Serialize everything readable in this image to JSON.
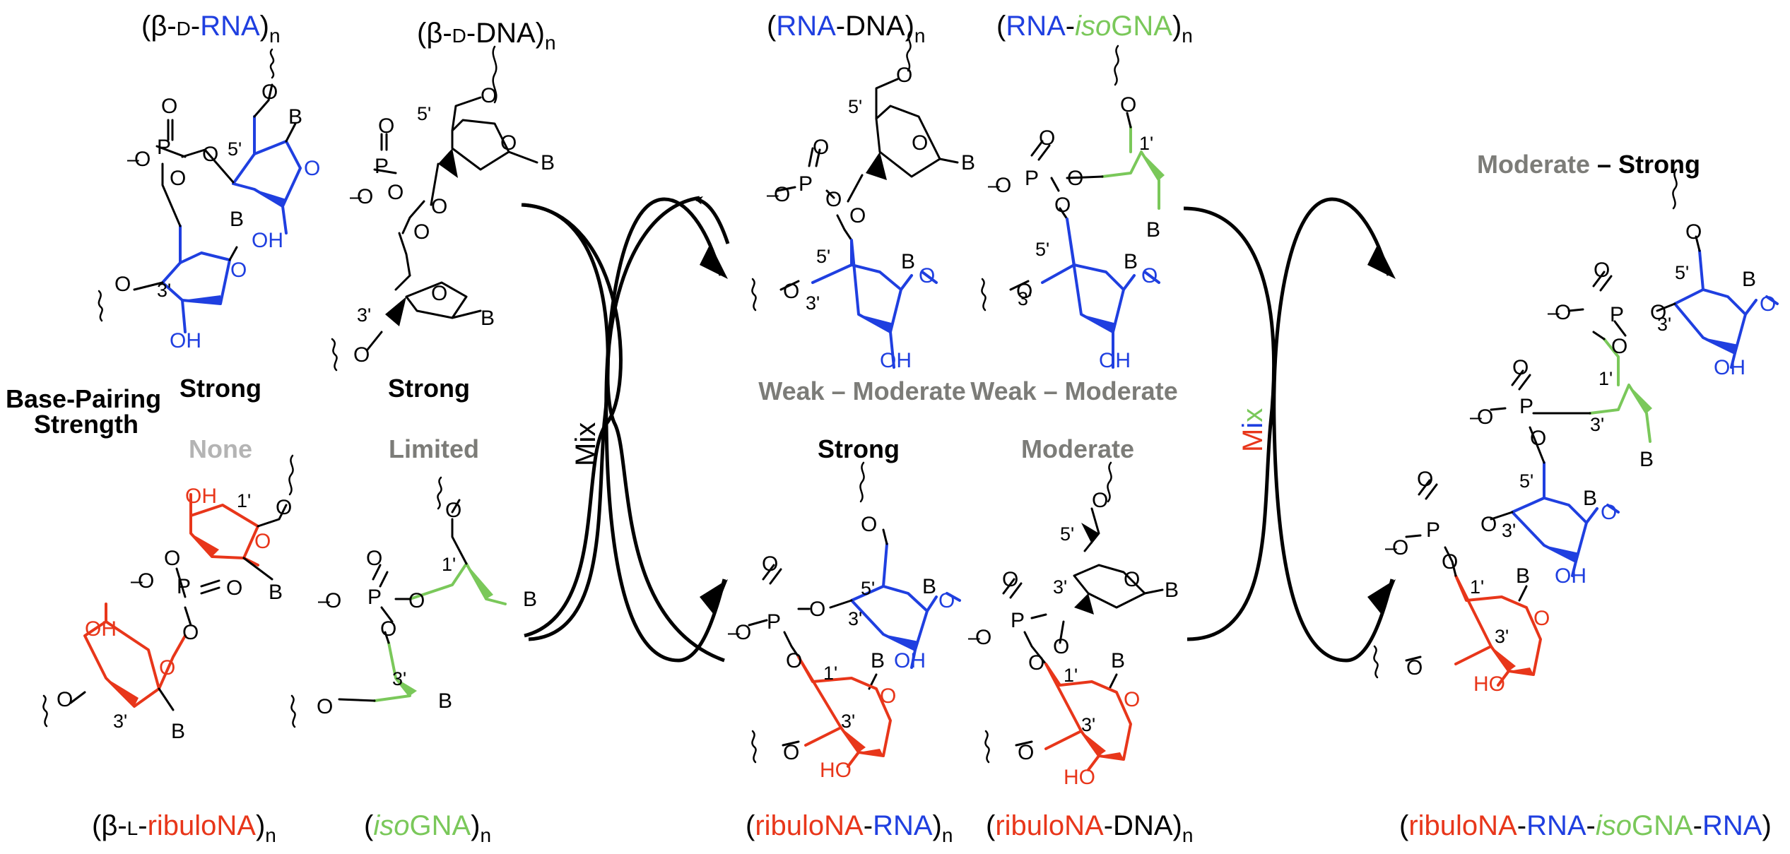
{
  "colors": {
    "black": "#000000",
    "rna": "#1f3fe0",
    "ribulo": "#e8361a",
    "isogna": "#7ac85a",
    "gray": "#7c7c78",
    "light_gray": "#b4b4b4"
  },
  "row_label": {
    "line1": "Base-Pairing",
    "line2": "Strength"
  },
  "titles": {
    "rna": {
      "open": "(β-",
      "d": "D",
      "dash": "-",
      "name": "RNA",
      "close": ")",
      "sub": "n"
    },
    "dna": {
      "open": "(β-",
      "d": "D",
      "dash": "-DNA",
      "close": ")",
      "sub": "n"
    },
    "ribulona": {
      "open": "(β-",
      "l": "L",
      "dash": "-",
      "name": "ribuloNA",
      "close": ")",
      "sub": "n"
    },
    "isogna": {
      "open": "(",
      "iso": "iso",
      "name": "GNA",
      "close": ")",
      "sub": "n"
    },
    "rna_dna": {
      "open": "(",
      "a": "RNA",
      "b": "-DNA",
      "close": ")",
      "sub": "n"
    },
    "rna_isogna": {
      "open": "(",
      "a": "RNA",
      "dash": "-",
      "iso": "iso",
      "b": "GNA",
      "close": ")",
      "sub": "n"
    },
    "ribulona_rna": {
      "open": "(",
      "a": "ribuloNA",
      "dash": "-",
      "b": "RNA",
      "close": ")",
      "sub": "n"
    },
    "ribulona_dna": {
      "open": "(",
      "a": "ribuloNA",
      "b": "-DNA",
      "close": ")",
      "sub": "n"
    },
    "tetra": {
      "open": "(",
      "a": "ribuloNA",
      "d1": "-",
      "b": "RNA",
      "d2": "-",
      "iso": "iso",
      "c": "GNA",
      "d3": "-",
      "e": "RNA",
      "close": ")"
    }
  },
  "strengths": {
    "rna": "Strong",
    "dna": "Strong",
    "ribulona": "None",
    "isogna": "Limited",
    "rna_dna": "Weak – Moderate",
    "rna_isogna": "Weak – Moderate",
    "ribulona_rna": "Strong",
    "ribulona_dna": "Moderate",
    "tetra_a": "Moderate",
    "tetra_b": " – Strong"
  },
  "mix": {
    "left": "Mix",
    "right": {
      "m": "M",
      "i": "i",
      "x": "x"
    }
  },
  "atoms": {
    "O": "O",
    "P": "P",
    "B": "B",
    "OH": "OH",
    "HO": "HO",
    "minus": "–",
    "p1": "1'",
    "p3": "3'",
    "p5": "5'"
  }
}
